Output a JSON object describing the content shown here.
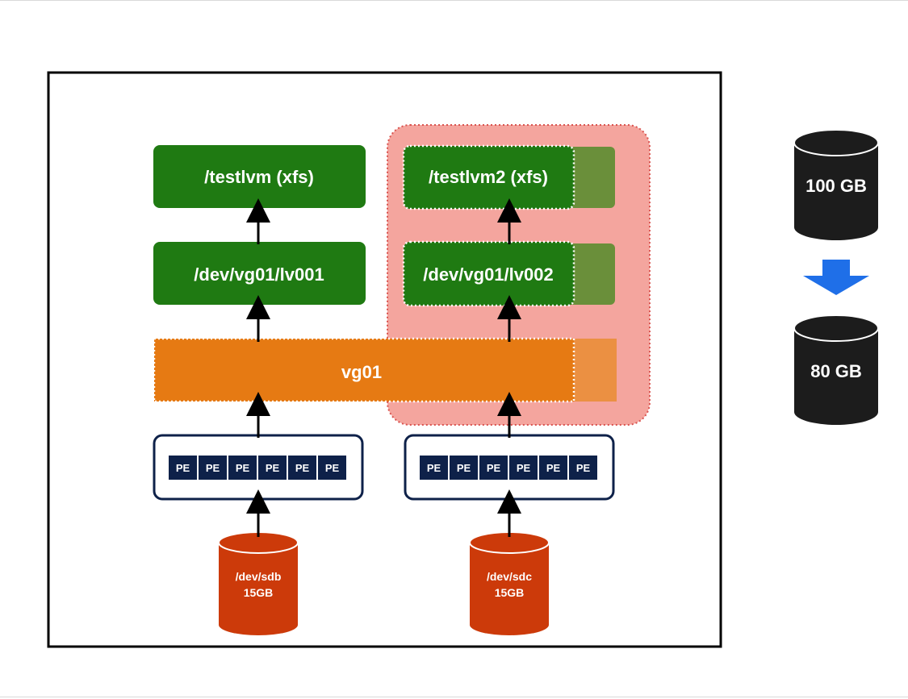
{
  "colors": {
    "green": "#1f7a12",
    "green_extension": "#6a8f3a",
    "orange": "#e67a13",
    "orange_extension": "#eb9042",
    "highlight_pink": "#f4a59e",
    "pe_navy": "#0e2149",
    "disk_red": "#cc3a0a",
    "size_black": "#1c1c1c",
    "arrow_blue": "#1f6fe8"
  },
  "left_stack": {
    "filesystem": "/testlvm (xfs)",
    "logical_volume": "/dev/vg01/lv001",
    "pe_blocks": [
      "PE",
      "PE",
      "PE",
      "PE",
      "PE",
      "PE"
    ],
    "disk": {
      "name": "/dev/sdb",
      "size": "15GB"
    }
  },
  "right_stack": {
    "filesystem": "/testlvm2 (xfs)",
    "logical_volume": "/dev/vg01/lv002",
    "pe_blocks": [
      "PE",
      "PE",
      "PE",
      "PE",
      "PE",
      "PE"
    ],
    "disk": {
      "name": "/dev/sdc",
      "size": "15GB"
    }
  },
  "volume_group": {
    "label": "vg01"
  },
  "resize": {
    "before": "100 GB",
    "after": "80 GB",
    "arrow_icon": "arrow-down-icon"
  }
}
